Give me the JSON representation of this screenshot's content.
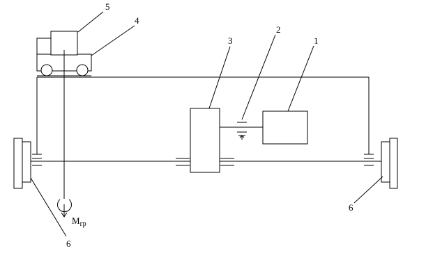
{
  "labels": {
    "drive_unit": "1",
    "coupling": "2",
    "gearbox": "3",
    "trolley": "4",
    "cab": "5",
    "wheel_left": "6",
    "wheel_right": "6"
  },
  "load_moment": {
    "main": "М",
    "subscript": "гр"
  },
  "colors": {
    "stroke": "#000000",
    "background": "#ffffff"
  }
}
